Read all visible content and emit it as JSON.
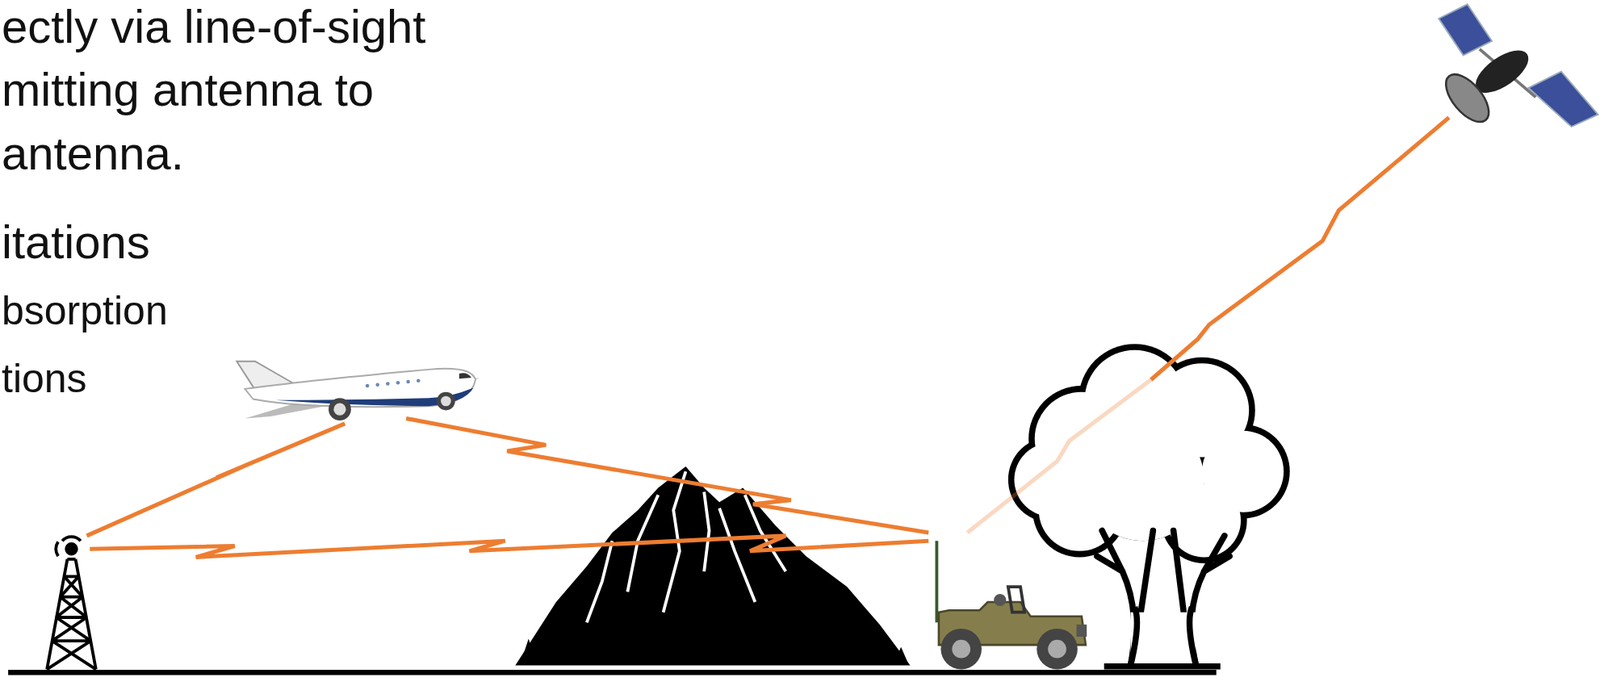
{
  "diagram": {
    "labels": [
      "ectly via line-of-sight",
      "mitting antenna to",
      "antenna.",
      "itations",
      "bsorption",
      "tions"
    ]
  }
}
